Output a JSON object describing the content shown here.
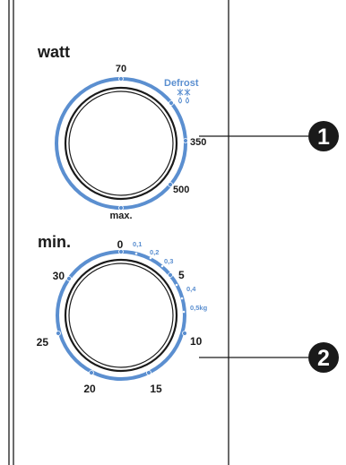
{
  "colors": {
    "ink": "#1a1a1a",
    "accent": "#5b8fd0",
    "background": "#ffffff"
  },
  "power_dial": {
    "title": "watt",
    "labels": {
      "p70": "70",
      "defrost": "Defrost",
      "p350": "350",
      "p500": "500",
      "max": "max."
    },
    "defrost_icon": "snowflake-and-drops-icon"
  },
  "timer_dial": {
    "title": "min.",
    "minute_labels": {
      "m0": "0",
      "m5": "5",
      "m10": "10",
      "m15": "15",
      "m20": "20",
      "m25": "25",
      "m30": "30"
    },
    "weight_labels": {
      "w01": "0,1",
      "w02": "0,2",
      "w03": "0,3",
      "w04": "0,4",
      "w05": "0,5kg"
    }
  },
  "callouts": [
    {
      "number": "1",
      "target": "power dial"
    },
    {
      "number": "2",
      "target": "timer dial"
    }
  ]
}
